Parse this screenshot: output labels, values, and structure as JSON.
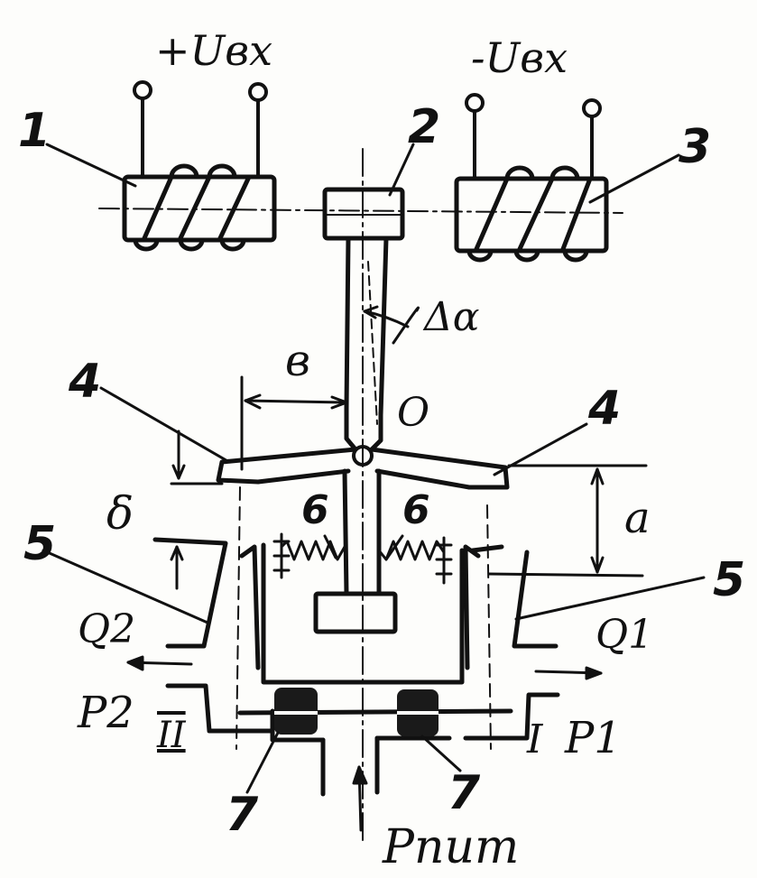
{
  "labels": {
    "uin_plus": "+Uвх",
    "uin_minus": "-Uвх",
    "coil_left": "1",
    "armature": "2",
    "coil_right": "3",
    "flapper_left": "4",
    "flapper_right": "4",
    "nozzle_left": "5",
    "nozzle_right": "5",
    "spring_left": "6",
    "spring_right": "6",
    "throttle_left": "7",
    "throttle_right": "7",
    "pivot": "O",
    "angle": "Δα",
    "dim_b": "в",
    "dim_delta": "δ",
    "dim_a": "a",
    "flow_left": "Q2",
    "flow_right": "Q1",
    "pressure_left": "P2",
    "pressure_right": "P1",
    "port_left": "II",
    "port_right": "I",
    "supply": "Pпит"
  }
}
